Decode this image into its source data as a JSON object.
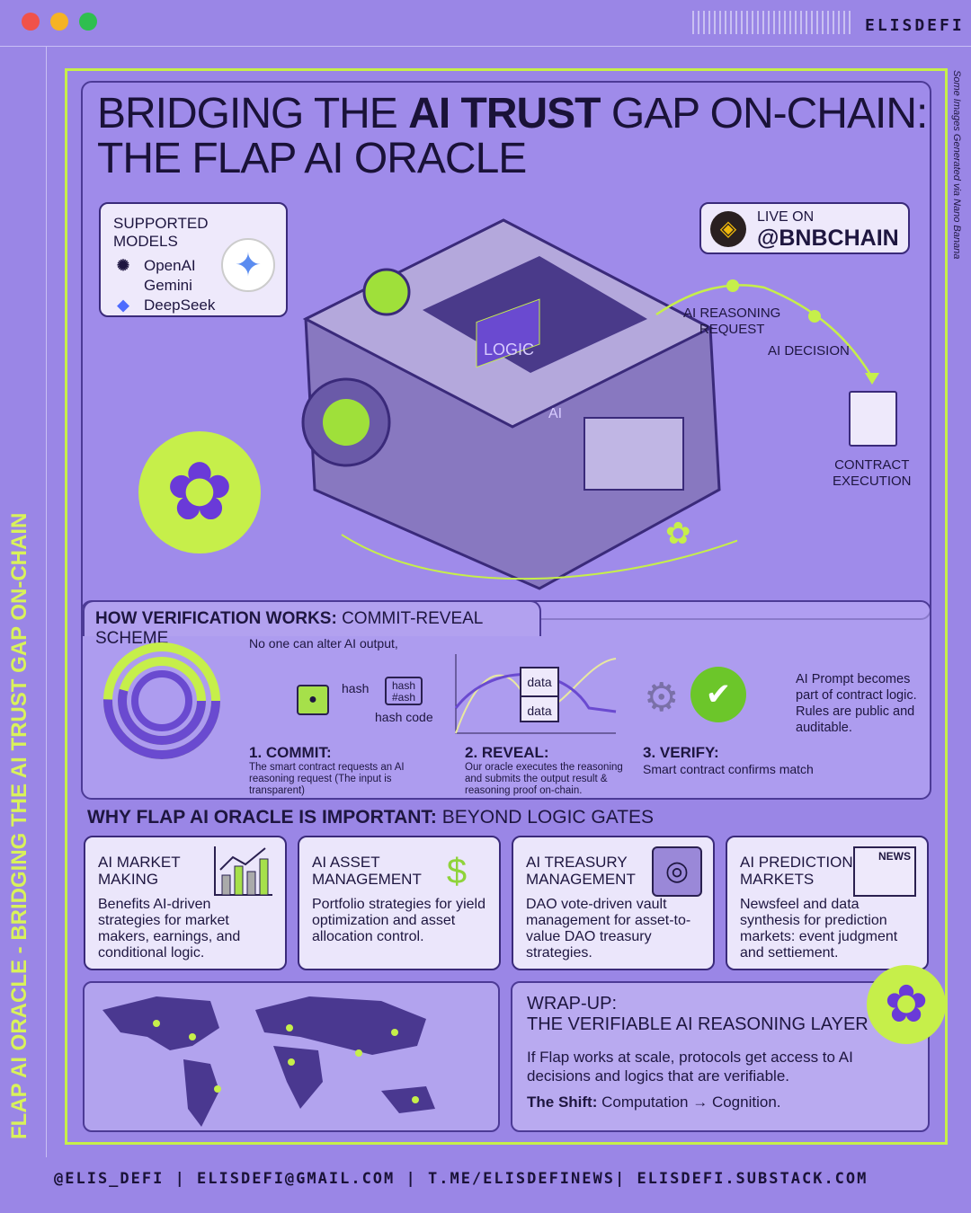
{
  "brand": "ELISDEFI",
  "side_title": "FLAP AI ORACLE - BRIDGING THE AI TRUST GAP ON-CHAIN",
  "credit": "Some Images Generated via Nano Banana",
  "title": {
    "line1_a": "BRIDGING THE ",
    "line1_b": "AI  TRUST",
    "line1_c": " GAP ON-CHAIN:",
    "line2": "THE FLAP AI ORACLE"
  },
  "models": {
    "heading": "SUPPORTED MODELS",
    "items": [
      "OpenAI",
      "Gemini",
      "DeepSeek"
    ]
  },
  "live": {
    "line1": "LIVE ON",
    "line2": "@BNBCHAIN"
  },
  "machine": {
    "chip1": "LOGIC",
    "chip2": "AI"
  },
  "flow": {
    "request": "AI REASONING\nREQUEST",
    "decision": "AI DECISION",
    "execution": "CONTRACT\nEXECUTION"
  },
  "verification": {
    "heading_bold": "HOW VERIFICATION WORKS:",
    "heading_rest": " COMMIT-REVEAL SCHEME",
    "note": "No one can alter AI output,",
    "hash_label": "hash",
    "hash_box": "hash\n#ash",
    "hash_code": "hash code",
    "data_top": "data",
    "data_bottom": "data",
    "prompt_note": "AI Prompt becomes part of contract logic. Rules are public and auditable.",
    "steps": [
      {
        "title": "1. COMMIT:",
        "text": "The smart contract requests an AI reasoning request (The input is transparent)"
      },
      {
        "title": "2. REVEAL:",
        "text": "Our oracle executes the reasoning and submits the output result & reasoning proof on-chain."
      },
      {
        "title": "3. VERIFY:",
        "text": "Smart contract confirms match"
      }
    ]
  },
  "why": {
    "heading_bold": "WHY FLAP AI ORACLE IS IMPORTANT:",
    "heading_rest": " BEYOND LOGIC GATES",
    "cards": [
      {
        "title": "AI MARKET\nMAKING",
        "text": "Benefits AI-driven strategies for market makers, earnings, and conditional logic.",
        "icon": "bar-chart-icon"
      },
      {
        "title": "AI ASSET\nMANAGEMENT",
        "text": "Portfolio strategies for yield optimization and asset allocation control.",
        "icon": "coins-icon"
      },
      {
        "title": "AI TREASURY\nMANAGEMENT",
        "text": "DAO vote-driven vault management for asset-to-value DAO treasury strategies.",
        "icon": "vault-icon"
      },
      {
        "title": "AI PREDICTION\nMARKETS",
        "text": "Newsfeel and data synthesis for prediction markets: event judgment and settiement.",
        "icon": "news-icon",
        "badge": "NEWS"
      }
    ]
  },
  "wrap": {
    "title1": "WRAP-UP:",
    "title2": "THE VERIFIABLE AI REASONING LAYER",
    "text": "If Flap works at scale, protocols get access to AI decisions and logics that are verifiable.",
    "shift_bold": "The Shift:",
    "shift_rest": " Computation → Cognition."
  },
  "footer": "@ELIS_DEFI | ELISDEFI@GMAIL.COM | T.ME/ELISDEFINEWS| ELISDEFI.SUBSTACK.COM",
  "colors": {
    "bg": "#9a86e6",
    "lime": "#c6ef4a",
    "ink": "#1e1640"
  }
}
